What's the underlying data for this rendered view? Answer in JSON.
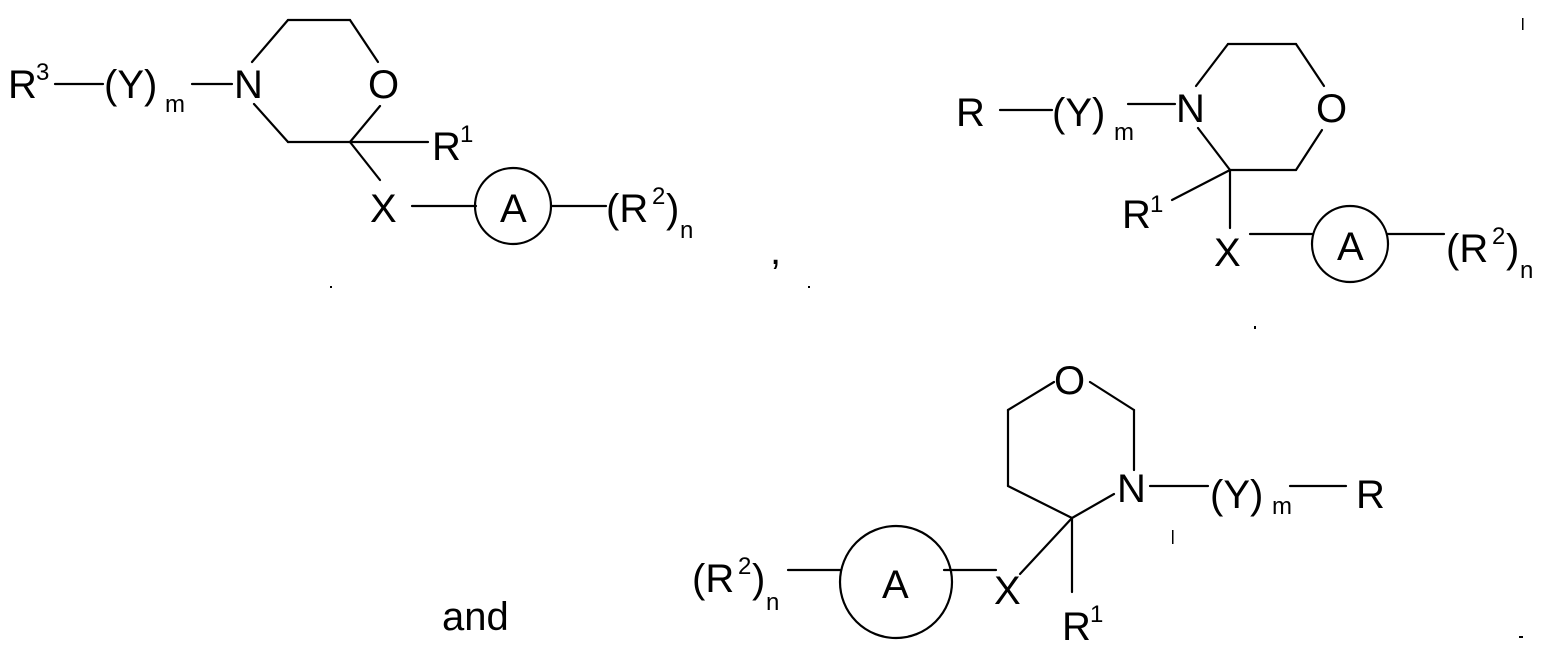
{
  "atoms": {
    "N": "N",
    "O": "O",
    "X": "X",
    "A": "A",
    "R": "R",
    "R1": "R",
    "R1_sup": "1",
    "R2": "(R",
    "R2_sup": "2",
    "R2_close": ")",
    "R2_n": "n",
    "R3": "R",
    "R3_sup": "3",
    "Y": "(Y)",
    "Y_m": "m"
  },
  "separators": {
    "comma": ",",
    "conjunction": "and"
  }
}
